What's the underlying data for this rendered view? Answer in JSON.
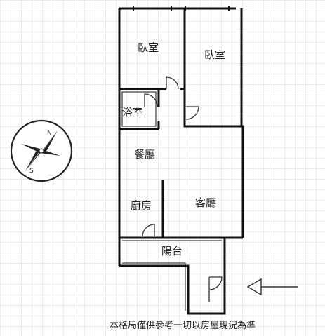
{
  "rooms": {
    "bedroom_left": "臥室",
    "bedroom_right": "臥室",
    "bathroom": "浴室",
    "dining": "餐廳",
    "kitchen": "廚房",
    "living": "客廳",
    "balcony": "陽台"
  },
  "compass": {
    "north": "N",
    "south": "S"
  },
  "footnote": "本格局僅供參考一切以房屋現況為準",
  "colors": {
    "wall": "#111111",
    "grid": "#d9d9d9",
    "fixture": "#333333"
  }
}
